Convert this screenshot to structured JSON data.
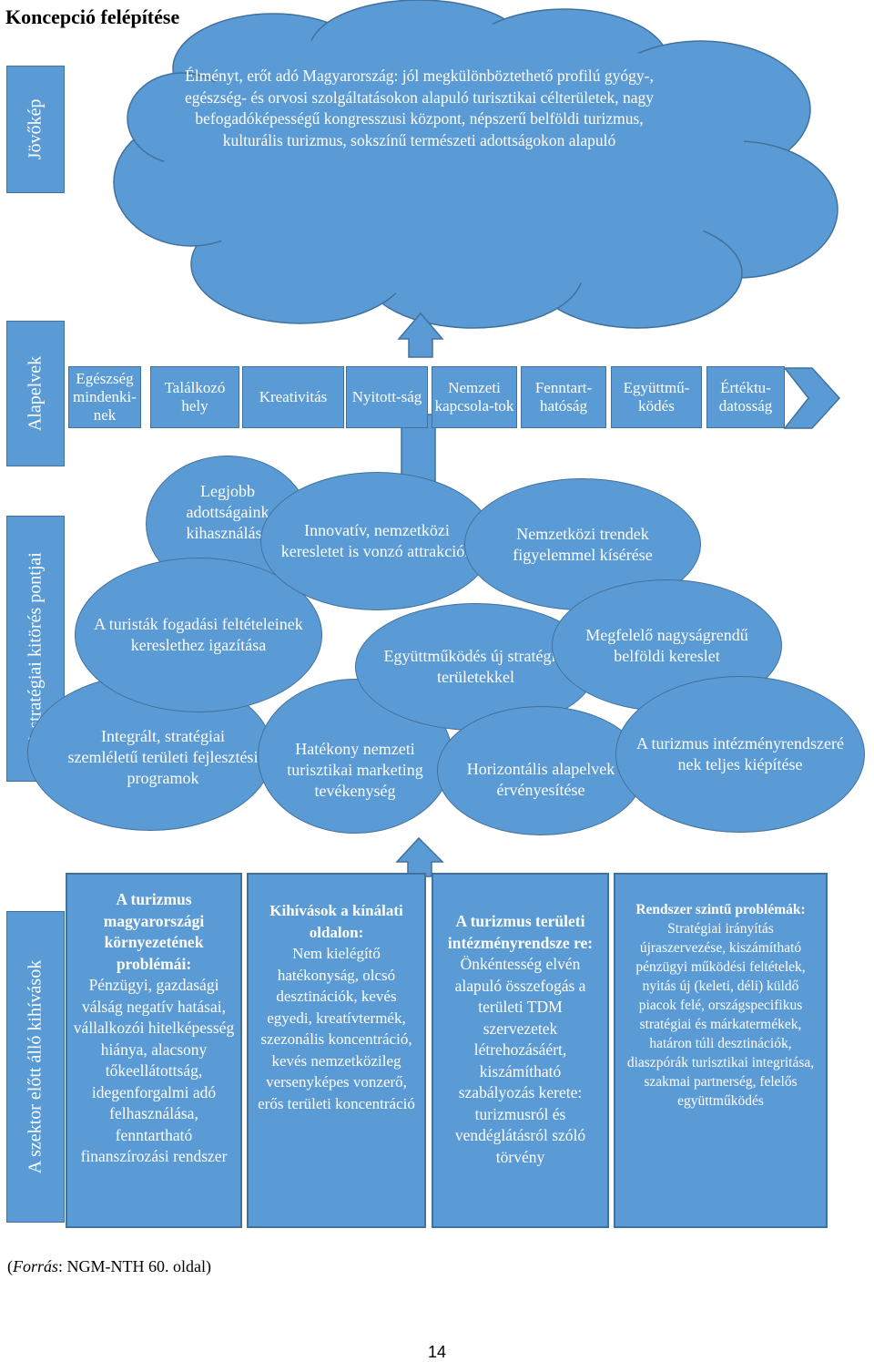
{
  "title": "Koncepció felépítése",
  "vision": {
    "label": "Jövőkép",
    "text": "Élményt, erőt adó Magyarország: jól megkülönböztethető profilú gyógy-, egészség- és orvosi szolgáltatásokon alapuló turisztikai célterületek, nagy befogadóképességű kongresszusi központ, népszerű belföldi turizmus, kulturális turizmus, sokszínű természeti adottságokon alapuló"
  },
  "principles": {
    "label": "Alapelvek",
    "items": [
      "Egészség mindenki-nek",
      "Találkozó hely",
      "Kreativitás",
      "Nyitott-ság",
      "Nemzeti kapcsola-tok",
      "Fenntart-hatóság",
      "Együttmű-ködés",
      "Értéktu-datosság"
    ]
  },
  "breakout": {
    "label": "A stratégiai kitörés pontjai",
    "items": [
      "Legjobb adottságaink kihasználása",
      "Innovatív, nemzetközi keresletet is vonzó attrakciók",
      "Nemzetközi trendek figyelemmel kísérése",
      "A turisták fogadási feltételeinek kereslethez igazítása",
      "Együttműködés új stratégiai területekkel",
      "Megfelelő nagyságrendű belföldi kereslet",
      "Integrált, stratégiai szemléletű területi fejlesztési programok",
      "Hatékony nemzeti turisztikai marketing tevékenység",
      "Horizontális alapelvek érvényesítése",
      "A turizmus intézményrendszeré nek teljes kiépítése"
    ]
  },
  "challenges": {
    "label": "A szektor előtt álló kihívások",
    "items": [
      {
        "heading": "A turizmus magyarországi környezetének problémái:",
        "body": "Pénzügyi, gazdasági válság negatív hatásai, vállalkozói hitelképesség hiánya, alacsony tőkeellátottság, idegenforgalmi adó felhasználása, fenntartható finanszírozási rendszer"
      },
      {
        "heading": "Kihívások a kínálati oldalon:",
        "body": "Nem kielégítő hatékonyság, olcsó desztinációk, kevés egyedi, kreatívtermék, szezonális koncentráció, kevés nemzetközileg versenyképes vonzerő, erős területi koncentráció"
      },
      {
        "heading": "A turizmus területi intézményrendsze re:",
        "body": "Önkéntesség elvén alapuló összefogás a területi TDM szervezetek létrehozásáért, kiszámítható szabályozás kerete: turizmusról és vendéglátásról szóló törvény"
      },
      {
        "heading": "Rendszer szintű problémák:",
        "body": "Stratégiai irányítás újraszervezése, kiszámítható pénzügyi működési feltételek, nyitás új (keleti, déli) küldő piacok felé, országspecifikus stratégiai és márkatermékek, határon túli desztinációk, diaszpórák turisztikai integritása, szakmai partnerség, felelős együttműködés"
      }
    ]
  },
  "source": {
    "prefix": "(",
    "label": "Forrás",
    "rest": ": NGM-NTH 60. oldal)"
  },
  "page_number": "14",
  "colors": {
    "fill": "#5b9bd5",
    "stroke": "#41719c",
    "text": "#ffffff"
  }
}
